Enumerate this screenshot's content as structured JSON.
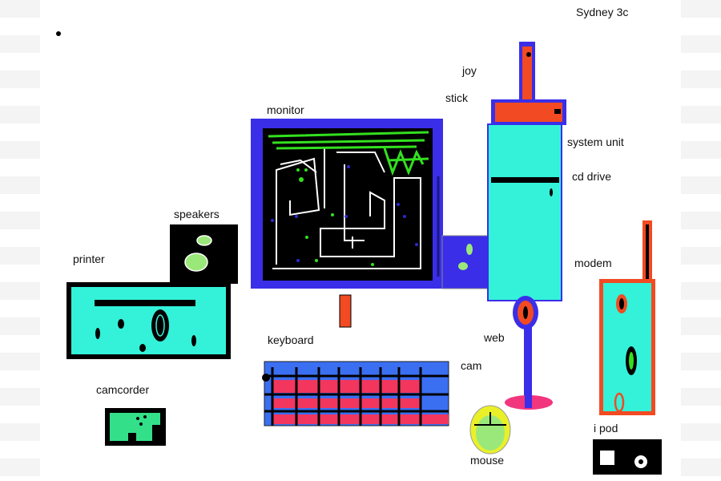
{
  "labels": {
    "title": "Sydney 3c",
    "joy": "joy",
    "stick": "stick",
    "monitor": "monitor",
    "system_unit": "system unit",
    "cd_drive": "cd drive",
    "speakers": "speakers",
    "printer": "printer",
    "modem": "modem",
    "keyboard": "keyboard",
    "web": "web",
    "cam": "cam",
    "camcorder": "camcorder",
    "i_pod": "i pod",
    "mouse": "mouse"
  },
  "colors": {
    "monitor_frame": "#3a2ee8",
    "turquoise": "#33f2d9",
    "orange_red": "#f24a22",
    "keyboard_blue": "#3b6ff2",
    "keyboard_pink": "#f2365e",
    "green": "#33e01f",
    "light_green": "#9be87a",
    "black": "#000000"
  }
}
